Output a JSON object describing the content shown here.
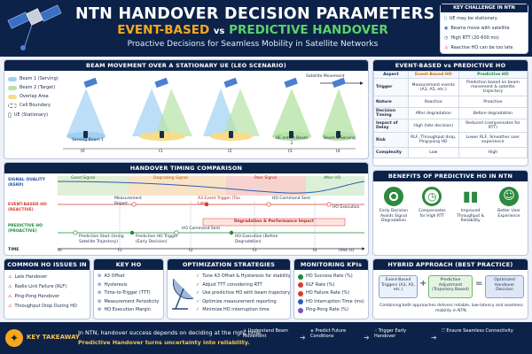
{
  "header": {
    "title": "NTN HANDOVER DECISION PARAMETERS",
    "subtitle_event": "EVENT-BASED",
    "subtitle_vs": "vs",
    "subtitle_predictive": "PREDICTIVE HANDOVER",
    "tagline": "Proactive Decisions for Seamless Mobility in Satellite Networks"
  },
  "key_challenge": {
    "title": "KEY CHALLENGE IN NTN",
    "items": [
      "UE may be stationary",
      "Beams move with satellite",
      "High RTT (20-600 ms)",
      "Reactive HO can be too late"
    ]
  },
  "beam_panel": {
    "title": "BEAM MOVEMENT OVER A STATIONARY UE (LEO SCENARIO)",
    "legend": [
      "Beam 1 (Serving)",
      "Beam 2 (Target)",
      "Overlap Area",
      "Cell Boundary",
      "UE (Stationary)"
    ],
    "satellite_movement": "Satellite Movement",
    "labels": [
      "Serving Beam 1",
      "UE enters Beam 2",
      "Beam 2 Serving"
    ],
    "times": [
      "t0",
      "t1",
      "t2",
      "t3",
      "t4"
    ],
    "colors": {
      "beam1": "#9fd0f2",
      "beam2": "#b7e3a6",
      "overlap": "#f7dc8a"
    }
  },
  "compare": {
    "title": "EVENT-BASED vs PREDICTIVE HO",
    "headers": [
      "Aspect",
      "Event-Based HO",
      "Predictive HO"
    ],
    "rows": [
      [
        "Trigger",
        "Measurement events (A3, A5, etc.)",
        "Prediction based on beam movement & satellite trajectory"
      ],
      [
        "Nature",
        "Reactive",
        "Proactive"
      ],
      [
        "Decision Timing",
        "After degradation",
        "Before degradation"
      ],
      [
        "Impact of Delay",
        "High (late decision)",
        "Reduced (compensates for RTT)"
      ],
      [
        "Risk",
        "RLF, Throughput drop, Ping-pong HO",
        "Lower RLF, Smoother user experience"
      ],
      [
        "Complexity",
        "Low",
        "High"
      ]
    ]
  },
  "timing": {
    "title": "HANDOVER TIMING COMPARISON",
    "signal_label": "SIGNAL QUALITY (RSRP)",
    "zones": [
      "Good Signal",
      "Degrading Signal",
      "Poor Signal",
      "After HO"
    ],
    "event_label": "EVENT-BASED HO (REACTIVE)",
    "predictive_label": "PREDICTIVE HO (PROACTIVE)",
    "event_steps": [
      "Measurement Report",
      "A3 Event Trigger (Too Late)",
      "HO Command Sent",
      "HO Execution"
    ],
    "impact": "Degradation & Performance Impact",
    "predictive_steps": [
      "Prediction Start (Using Satellite Trajectory)",
      "Predictive HO Trigger (Early Decision)",
      "HO Command Sent",
      "HO Execution (Before Degradation)"
    ],
    "time_label": "TIME",
    "time_unit": "Time (s)",
    "times": [
      "t0",
      "t1",
      "t2",
      "t3",
      "t4"
    ]
  },
  "benefits": {
    "title": "BENEFITS OF PREDICTIVE HO IN NTN",
    "items": [
      "Early Decision Avoids Signal Degradation",
      "Compensates for High RTT",
      "Improved Throughput & Reliability",
      "Better User Experience"
    ]
  },
  "issues": {
    "title": "COMMON HO ISSUES IN NTN",
    "items": [
      "Late Handover",
      "Radio Link Failure (RLF)",
      "Ping-Pong Handover",
      "Throughput Drop During HO"
    ]
  },
  "params": {
    "title": "KEY HO PARAMETERS",
    "items": [
      "A3 Offset",
      "Hysteresis",
      "Time-to-Trigger (TTT)",
      "Measurement Periodicity",
      "HO Execution Margin"
    ]
  },
  "optimization": {
    "title": "OPTIMIZATION STRATEGIES",
    "items": [
      "Tune A3 Offset & Hysteresis for stability",
      "Adjust TTT considering RTT",
      "Use predictive HO with beam trajectory",
      "Optimize measurement reporting",
      "Minimize HO interruption time"
    ]
  },
  "kpis": {
    "title": "MONITORING KPIs",
    "items": [
      "HO Success Rate (%)",
      "RLF Rate (%)",
      "HO Failure Rate (%)",
      "HO Interruption Time (ms)",
      "Ping-Pong Rate (%)"
    ]
  },
  "hybrid": {
    "title": "HYBRID APPROACH (BEST PRACTICE)",
    "boxes": [
      "Event-Based Triggers (A3, A5, etc.)",
      "Predictive Adjustment (Trajectory Based)",
      "Optimized Handover Decision"
    ],
    "plus": "+",
    "equals": "=",
    "note": "Combining both approaches delivers reliable, low-latency and seamless mobility in NTN."
  },
  "takeaway": {
    "label": "KEY TAKEAWAY",
    "line1": "In NTN, handover success depends on deciding at the right time.",
    "line2": "Predictive Handover turns uncertainty into reliability.",
    "steps": [
      "Understand Beam Movement",
      "Predict Future Conditions",
      "Trigger Early Handover",
      "Ensure Seamless Connectivity"
    ]
  }
}
